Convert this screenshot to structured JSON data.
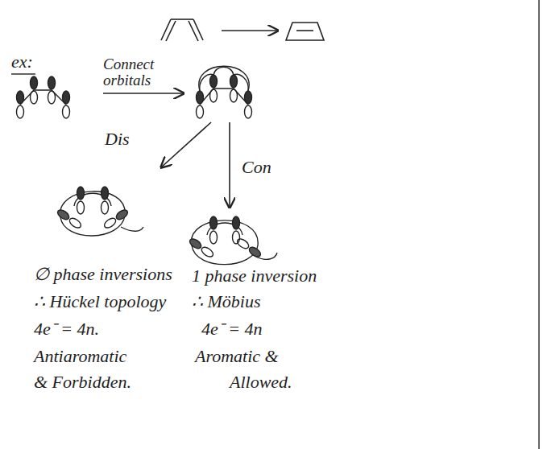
{
  "diagram": {
    "labels": [
      "ex:",
      "Connect orbitals",
      "Dis",
      "Con",
      "∅ phase inversions",
      "∴ Hückel topology",
      "4e⁻ = 4n.",
      "Antiaromatic",
      "& Forbidden.",
      "1 phase inversion",
      "∴ Möbius",
      "4e⁻ = 4n",
      "Aromatic &",
      "Allowed."
    ]
  }
}
